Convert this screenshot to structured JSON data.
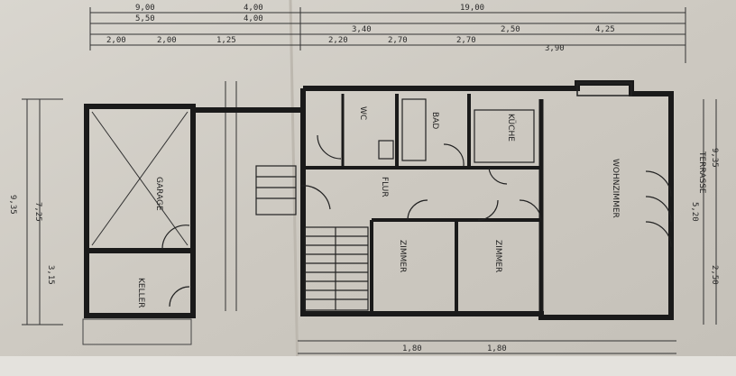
{
  "dimensions": {
    "top_overall": [
      "9,00",
      "4,00",
      "19,00"
    ],
    "top_row": [
      "5,50",
      "4,00",
      "3,40",
      "2,50",
      "4,25"
    ],
    "top_detail": [
      "2,00",
      "2,00",
      "1,25",
      "2,20",
      "2,70",
      "2,70",
      "3,90"
    ],
    "left_side": [
      "9,35",
      "7,25",
      "3,15"
    ],
    "right_side": [
      "9,35",
      "5,20",
      "2,50"
    ],
    "bottom": [
      "1,80",
      "1,80"
    ]
  },
  "rooms": {
    "garage": "GARAGE",
    "keller": "KELLER",
    "bad": "BAD",
    "wc": "WC",
    "kueche": "KÜCHE",
    "flur": "FLUR",
    "zimmer1": "ZIMMER",
    "zimmer2": "ZIMMER",
    "wohnzimmer": "WOHNZIMMER",
    "terrasse": "TERRASSE"
  }
}
